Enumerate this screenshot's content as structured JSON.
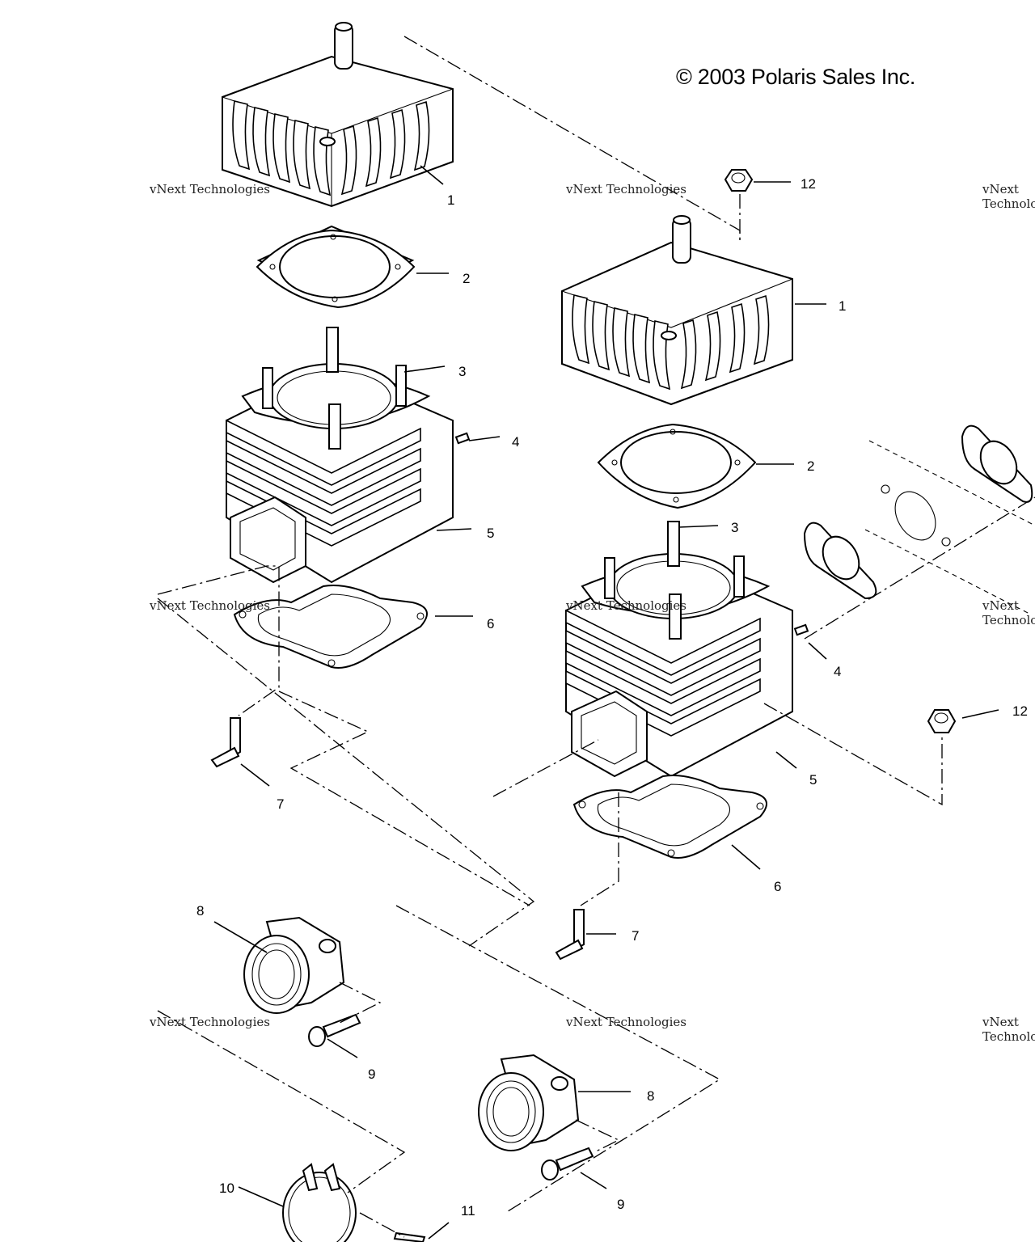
{
  "copyright": "© 2003 Polaris Sales Inc.",
  "watermark": {
    "line1": "vNext Technologies",
    "line2": "vNext\nTechnologies"
  },
  "callouts": [
    {
      "id": "c1a",
      "label": "1"
    },
    {
      "id": "c2a",
      "label": "2"
    },
    {
      "id": "c3a",
      "label": "3"
    },
    {
      "id": "c4a",
      "label": "4"
    },
    {
      "id": "c5a",
      "label": "5"
    },
    {
      "id": "c6a",
      "label": "6"
    },
    {
      "id": "c7a",
      "label": "7"
    },
    {
      "id": "c8a",
      "label": "8"
    },
    {
      "id": "c9a",
      "label": "9"
    },
    {
      "id": "c10",
      "label": "10"
    },
    {
      "id": "c11",
      "label": "11"
    },
    {
      "id": "c12a",
      "label": "12"
    },
    {
      "id": "c1b",
      "label": "1"
    },
    {
      "id": "c2b",
      "label": "2"
    },
    {
      "id": "c3b",
      "label": "3"
    },
    {
      "id": "c4b",
      "label": "4"
    },
    {
      "id": "c5b",
      "label": "5"
    },
    {
      "id": "c6b",
      "label": "6"
    },
    {
      "id": "c7b",
      "label": "7"
    },
    {
      "id": "c8b",
      "label": "8"
    },
    {
      "id": "c9b",
      "label": "9"
    },
    {
      "id": "c12b",
      "label": "12"
    }
  ]
}
